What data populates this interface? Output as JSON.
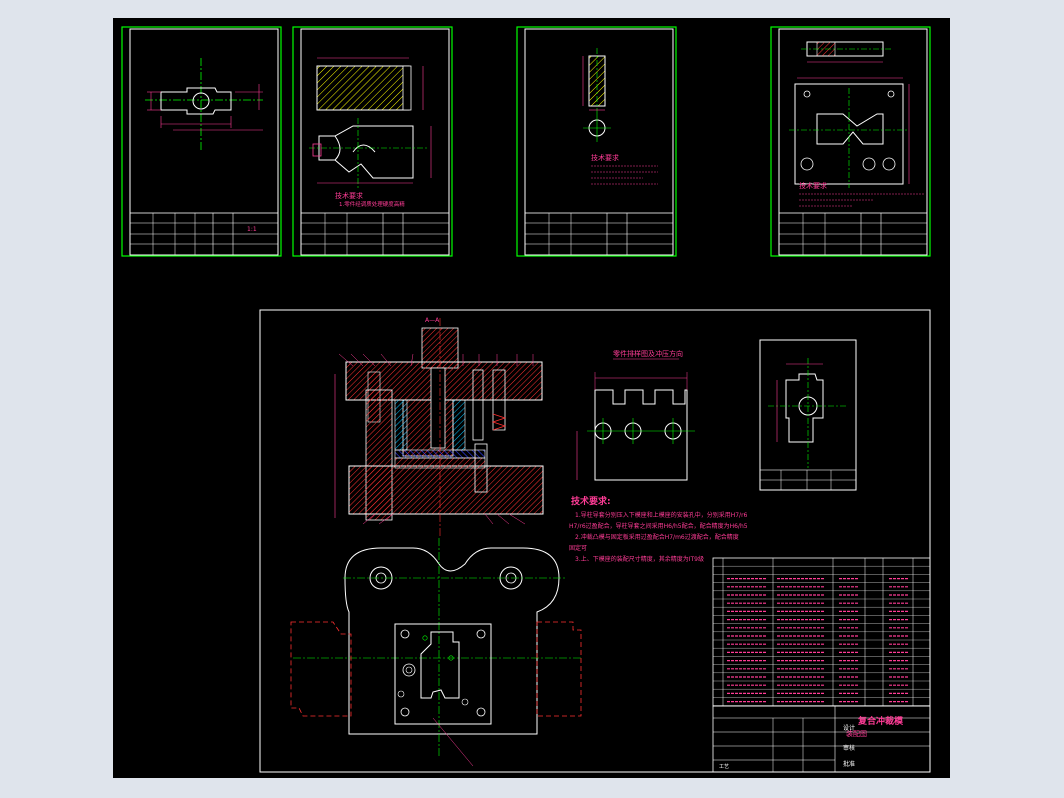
{
  "colors": {
    "background": "#000000",
    "frame": "#ffffff",
    "sheet_border": "#00ff00",
    "dimension": "#ff3c96",
    "centerline": "#00ff00",
    "section": "#ff0000",
    "hatch": "#ffff00",
    "insert": "#0000ff"
  },
  "sheet1": {
    "scale": "1:1"
  },
  "sheet2": {
    "note_title": "技术要求",
    "note_line": "1.零件经调质处理硬度高精"
  },
  "sheet3": {
    "note_title": "技术要求"
  },
  "sheet4": {
    "note_title": "技术要求"
  },
  "main_drawing": {
    "section_label": "A—A",
    "strip_title": "零件排样图及冲压方向",
    "tech_title": "技术要求:",
    "tech_lines": [
      "1.导柱导套分别压入下模座和上模座的安装孔中，分别采用H7/r6",
      "H7/r6过盈配合，导柱导套之间采用H6/h5配合，配合精度为H6/h5",
      "2.冲裁凸模与固定板采用过盈配合H7/m6过渡配合，配合精度",
      "固定可",
      "3.上、下模座的装配尺寸精度，其余精度为IT9级"
    ],
    "title_block": {
      "name": "复合冲裁模",
      "drawing_type": "装配图",
      "designer": "设计",
      "checker": "审核",
      "process": "工艺",
      "approve": "批准"
    }
  }
}
